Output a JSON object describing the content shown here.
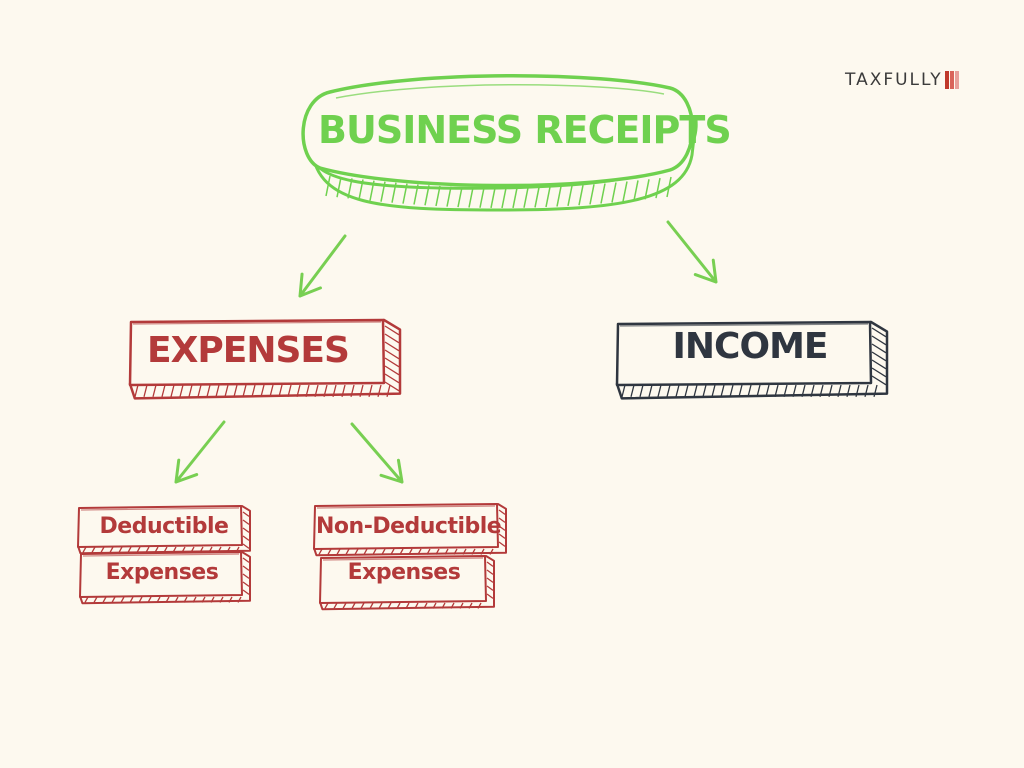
{
  "brand": {
    "name": "TAXFULLY",
    "bar_colors": [
      "#c0392b",
      "#d9645a",
      "#e8a09a"
    ]
  },
  "colors": {
    "background": "#fdf9ef",
    "root": "#6fd14f",
    "expense": "#b33a3a",
    "income": "#2f3640",
    "arrow": "#78cf52"
  },
  "diagram": {
    "root": {
      "label": "BUSINESS RECEIPTS"
    },
    "expenses": {
      "label": "EXPENSES"
    },
    "income": {
      "label": "INCOME"
    },
    "deductible": {
      "line1": "Deductible",
      "line2": "Expenses"
    },
    "non_deductible": {
      "line1": "Non-Deductible",
      "line2": "Expenses"
    },
    "edges": [
      {
        "from": "BUSINESS RECEIPTS",
        "to": "EXPENSES"
      },
      {
        "from": "BUSINESS RECEIPTS",
        "to": "INCOME"
      },
      {
        "from": "EXPENSES",
        "to": "Deductible Expenses"
      },
      {
        "from": "EXPENSES",
        "to": "Non-Deductible Expenses"
      }
    ]
  }
}
